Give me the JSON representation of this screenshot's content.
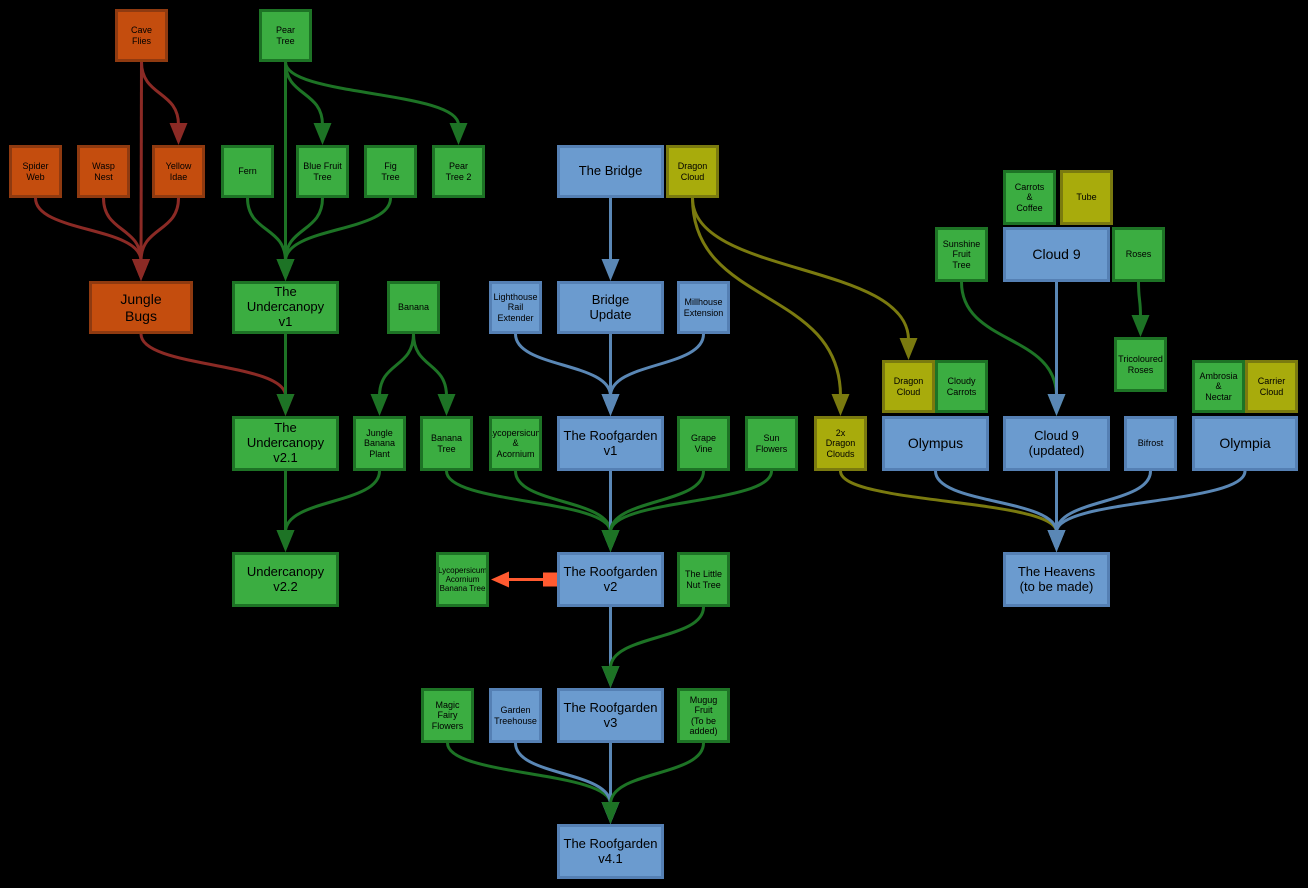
{
  "colors": {
    "orange": "#c44d0e",
    "green": "#3bad41",
    "blue": "#6b9bcf",
    "olive": "#a8ab0c",
    "orange_edge": "#8b2a25",
    "green_edge": "#1d7325",
    "blue_edge": "#5a87b5",
    "olive_edge": "#7a7a0f",
    "special_edge": "#ff5a30"
  },
  "nodes": [
    {
      "id": "cave_flies",
      "label": "Cave\nFlies",
      "kind": "orange"
    },
    {
      "id": "spider_web",
      "label": "Spider\nWeb",
      "kind": "orange"
    },
    {
      "id": "wasp_nest",
      "label": "Wasp\nNest",
      "kind": "orange"
    },
    {
      "id": "yellow_idae",
      "label": "Yellow\nIdae",
      "kind": "orange"
    },
    {
      "id": "jungle_bugs",
      "label": "Jungle\nBugs",
      "kind": "orange"
    },
    {
      "id": "pear_tree",
      "label": "Pear\nTree",
      "kind": "green"
    },
    {
      "id": "fern",
      "label": "Fern",
      "kind": "green"
    },
    {
      "id": "blue_fruit_tree",
      "label": "Blue Fruit\nTree",
      "kind": "green"
    },
    {
      "id": "fig_tree",
      "label": "Fig\nTree",
      "kind": "green"
    },
    {
      "id": "pear_tree_2",
      "label": "Pear\nTree 2",
      "kind": "green"
    },
    {
      "id": "undercanopy_v1",
      "label": "The\nUndercanopy\nv1",
      "kind": "green"
    },
    {
      "id": "undercanopy_v21",
      "label": "The\nUndercanopy\nv2.1",
      "kind": "green"
    },
    {
      "id": "undercanopy_v22",
      "label": "Undercanopy\nv2.2",
      "kind": "green"
    },
    {
      "id": "banana",
      "label": "Banana",
      "kind": "green"
    },
    {
      "id": "jungle_banana_plant",
      "label": "Jungle\nBanana\nPlant",
      "kind": "green"
    },
    {
      "id": "banana_tree",
      "label": "Banana\nTree",
      "kind": "green"
    },
    {
      "id": "the_bridge",
      "label": "The Bridge",
      "kind": "blue"
    },
    {
      "id": "dragon_cloud_top",
      "label": "Dragon\nCloud",
      "kind": "olive"
    },
    {
      "id": "lighthouse_rail",
      "label": "Lighthouse\nRail\nExtender",
      "kind": "blue"
    },
    {
      "id": "bridge_update",
      "label": "Bridge\nUpdate",
      "kind": "blue"
    },
    {
      "id": "millhouse_ext",
      "label": "Millhouse\nExtension",
      "kind": "blue"
    },
    {
      "id": "lycopersicum_acornium",
      "label": "Lycopersicum\n&\nAcornium",
      "kind": "green"
    },
    {
      "id": "roofgarden_v1",
      "label": "The Roofgarden\nv1",
      "kind": "blue"
    },
    {
      "id": "grape_vine",
      "label": "Grape\nVine",
      "kind": "green"
    },
    {
      "id": "sun_flowers",
      "label": "Sun\nFlowers",
      "kind": "green"
    },
    {
      "id": "lyco_acornium_banana",
      "label": "Lycopersicum\nAcornium\nBanana Tree",
      "kind": "green"
    },
    {
      "id": "roofgarden_v2",
      "label": "The Roofgarden\nv2",
      "kind": "blue"
    },
    {
      "id": "little_nut_tree",
      "label": "The Little\nNut Tree",
      "kind": "green"
    },
    {
      "id": "magic_fairy_flowers",
      "label": "Magic\nFairy\nFlowers",
      "kind": "green"
    },
    {
      "id": "garden_treehouse",
      "label": "Garden\nTreehouse",
      "kind": "blue"
    },
    {
      "id": "roofgarden_v3",
      "label": "The Roofgarden\nv3",
      "kind": "blue"
    },
    {
      "id": "mugug_fruit",
      "label": "Mugug\nFruit\n(To be added)",
      "kind": "green"
    },
    {
      "id": "roofgarden_v41",
      "label": "The Roofgarden\nv4.1",
      "kind": "blue"
    },
    {
      "id": "two_dragon_clouds",
      "label": "2x\nDragon\nClouds",
      "kind": "olive"
    },
    {
      "id": "dragon_cloud_mid",
      "label": "Dragon\nCloud",
      "kind": "olive"
    },
    {
      "id": "cloudy_carrots",
      "label": "Cloudy\nCarrots",
      "kind": "green"
    },
    {
      "id": "olympus",
      "label": "Olympus",
      "kind": "blue"
    },
    {
      "id": "carrots_coffee",
      "label": "Carrots\n&\nCoffee",
      "kind": "green"
    },
    {
      "id": "tube",
      "label": "Tube",
      "kind": "olive"
    },
    {
      "id": "sunshine_fruit_tree",
      "label": "Sunshine\nFruit\nTree",
      "kind": "green"
    },
    {
      "id": "cloud9",
      "label": "Cloud 9",
      "kind": "blue"
    },
    {
      "id": "roses",
      "label": "Roses",
      "kind": "green"
    },
    {
      "id": "tricoloured_roses",
      "label": "Tricoloured\nRoses",
      "kind": "green"
    },
    {
      "id": "cloud9_updated",
      "label": "Cloud 9\n(updated)",
      "kind": "blue"
    },
    {
      "id": "bifrost",
      "label": "Bifrost",
      "kind": "blue"
    },
    {
      "id": "ambrosia_nectar",
      "label": "Ambrosia\n&\nNectar",
      "kind": "green"
    },
    {
      "id": "carrier_cloud",
      "label": "Carrier\nCloud",
      "kind": "olive"
    },
    {
      "id": "olympia",
      "label": "Olympia",
      "kind": "blue"
    },
    {
      "id": "heavens",
      "label": "The Heavens\n(to be made)",
      "kind": "blue"
    }
  ],
  "edges": [
    [
      "cave_flies",
      "jungle_bugs"
    ],
    [
      "cave_flies",
      "yellow_idae"
    ],
    [
      "spider_web",
      "jungle_bugs"
    ],
    [
      "wasp_nest",
      "jungle_bugs"
    ],
    [
      "yellow_idae",
      "jungle_bugs"
    ],
    [
      "jungle_bugs",
      "undercanopy_v21"
    ],
    [
      "pear_tree",
      "undercanopy_v1"
    ],
    [
      "pear_tree",
      "blue_fruit_tree"
    ],
    [
      "pear_tree",
      "pear_tree_2"
    ],
    [
      "fern",
      "undercanopy_v1"
    ],
    [
      "blue_fruit_tree",
      "undercanopy_v1"
    ],
    [
      "fig_tree",
      "undercanopy_v1"
    ],
    [
      "undercanopy_v1",
      "undercanopy_v21"
    ],
    [
      "undercanopy_v21",
      "undercanopy_v22"
    ],
    [
      "jungle_banana_plant",
      "undercanopy_v22"
    ],
    [
      "banana",
      "jungle_banana_plant"
    ],
    [
      "banana",
      "banana_tree"
    ],
    [
      "the_bridge",
      "bridge_update"
    ],
    [
      "dragon_cloud_top",
      "dragon_cloud_mid"
    ],
    [
      "dragon_cloud_top",
      "two_dragon_clouds"
    ],
    [
      "lighthouse_rail",
      "roofgarden_v1"
    ],
    [
      "bridge_update",
      "roofgarden_v1"
    ],
    [
      "millhouse_ext",
      "roofgarden_v1"
    ],
    [
      "banana_tree",
      "roofgarden_v2"
    ],
    [
      "lycopersicum_acornium",
      "roofgarden_v2"
    ],
    [
      "roofgarden_v1",
      "roofgarden_v2"
    ],
    [
      "grape_vine",
      "roofgarden_v2"
    ],
    [
      "sun_flowers",
      "roofgarden_v2"
    ],
    [
      "roofgarden_v2",
      "roofgarden_v3"
    ],
    [
      "little_nut_tree",
      "roofgarden_v3"
    ],
    [
      "magic_fairy_flowers",
      "roofgarden_v41"
    ],
    [
      "garden_treehouse",
      "roofgarden_v41"
    ],
    [
      "roofgarden_v3",
      "roofgarden_v41"
    ],
    [
      "mugug_fruit",
      "roofgarden_v41"
    ],
    [
      "sunshine_fruit_tree",
      "cloud9_updated"
    ],
    [
      "cloud9",
      "cloud9_updated"
    ],
    [
      "roses",
      "tricoloured_roses"
    ],
    [
      "two_dragon_clouds",
      "heavens"
    ],
    [
      "olympus",
      "heavens"
    ],
    [
      "cloud9_updated",
      "heavens"
    ],
    [
      "bifrost",
      "heavens"
    ],
    [
      "olympia",
      "heavens"
    ],
    [
      "roofgarden_v2",
      "lyco_acornium_banana",
      "special"
    ]
  ]
}
